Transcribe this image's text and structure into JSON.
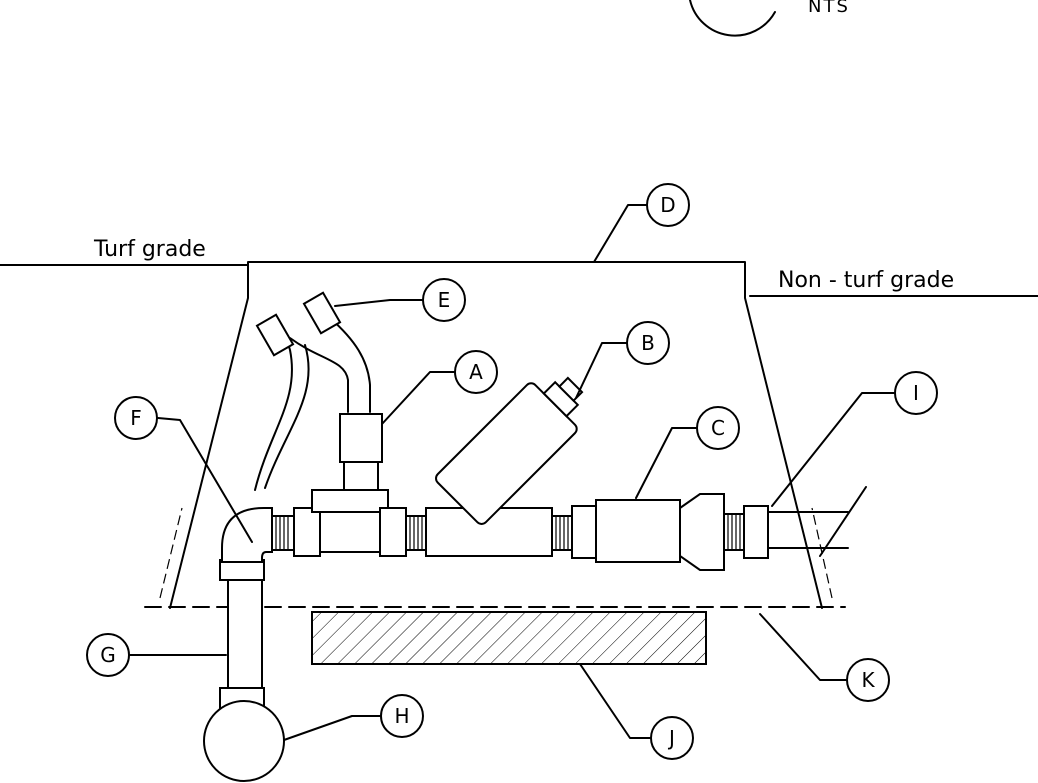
{
  "header": {
    "scale_note": "NTS"
  },
  "grades": {
    "turf": "Turf grade",
    "non_turf": "Non - turf grade"
  },
  "callouts": {
    "a": "A",
    "b": "B",
    "c": "C",
    "d": "D",
    "e": "E",
    "f": "F",
    "g": "G",
    "h": "H",
    "i": "I",
    "j": "J",
    "k": "K"
  },
  "colors": {
    "ink": "#000000",
    "paper": "#ffffff"
  }
}
